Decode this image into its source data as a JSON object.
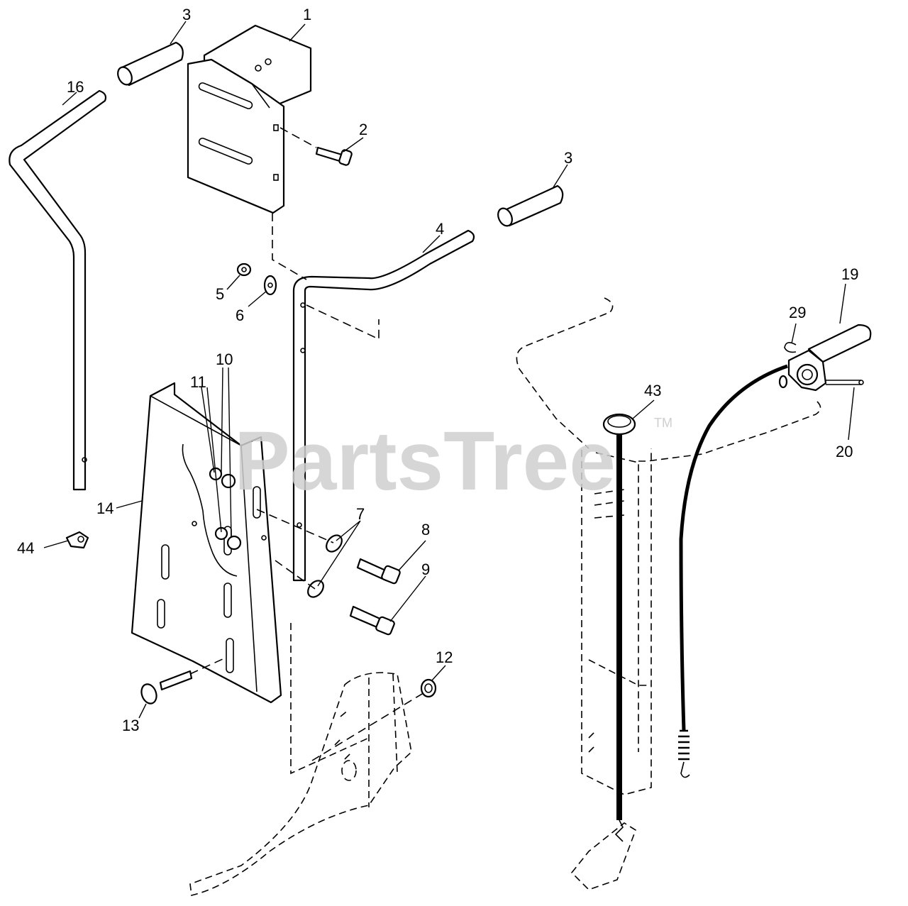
{
  "watermark": {
    "text": "PartsTree",
    "trademark": "TM"
  },
  "callouts": {
    "c1": "1",
    "c2": "2",
    "c3a": "3",
    "c3b": "3",
    "c4": "4",
    "c5": "5",
    "c6": "6",
    "c7": "7",
    "c8": "8",
    "c9": "9",
    "c10": "10",
    "c11": "11",
    "c12": "12",
    "c13": "13",
    "c14": "14",
    "c16": "16",
    "c19": "19",
    "c20": "20",
    "c29": "29",
    "c43": "43",
    "c44": "44"
  }
}
